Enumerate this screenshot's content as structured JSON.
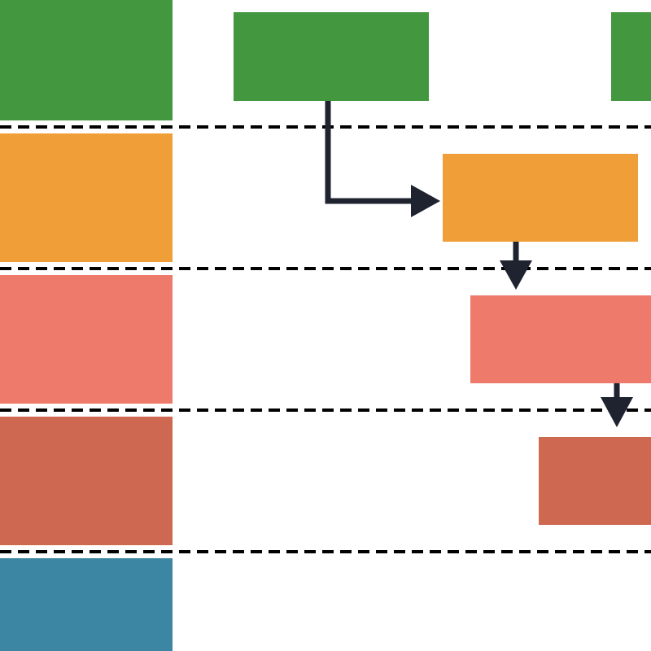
{
  "diagram": {
    "type": "swimlane-flow",
    "lanes": [
      {
        "id": "lane-1",
        "label": "",
        "color": "#43973f"
      },
      {
        "id": "lane-2",
        "label": "",
        "color": "#f09e38"
      },
      {
        "id": "lane-3",
        "label": "",
        "color": "#ee7a6b"
      },
      {
        "id": "lane-4",
        "label": "",
        "color": "#cf6850"
      },
      {
        "id": "lane-5",
        "label": "",
        "color": "#3c86a4"
      }
    ],
    "nodes": [
      {
        "id": "node-a",
        "lane": "lane-1",
        "label": "",
        "color": "#43973f"
      },
      {
        "id": "node-b",
        "lane": "lane-1",
        "label": "",
        "color": "#43973f"
      },
      {
        "id": "node-c",
        "lane": "lane-2",
        "label": "",
        "color": "#f09e38"
      },
      {
        "id": "node-d",
        "lane": "lane-3",
        "label": "",
        "color": "#ee7a6b"
      },
      {
        "id": "node-e",
        "lane": "lane-4",
        "label": "",
        "color": "#cf6850"
      }
    ],
    "edges": [
      {
        "from": "node-a",
        "to": "node-c",
        "style": "elbow"
      },
      {
        "from": "node-c",
        "to": "node-d",
        "style": "straight"
      },
      {
        "from": "node-d",
        "to": "node-e",
        "style": "straight"
      }
    ],
    "separator_style": "dashed",
    "arrow_color": "#1f2330"
  }
}
